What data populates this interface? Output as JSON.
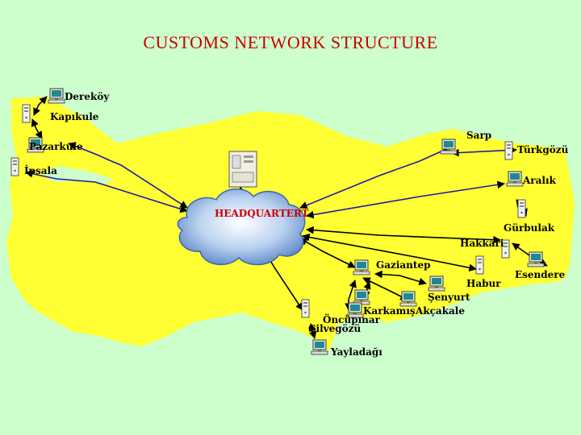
{
  "title": "CUSTOMS NETWORK STRUCTURE",
  "colors": {
    "background": "#ccffcc",
    "map": "#ffff33",
    "title": "#cc0000",
    "link": "#1a1aa6"
  },
  "hub": {
    "label": "HEADQUARTERT",
    "icon": "cloud-network-icon",
    "server_icon": "server-icon"
  },
  "nodes": [
    {
      "id": "derekoy",
      "label": "Dereköy",
      "icon": "computer-icon"
    },
    {
      "id": "kapikule",
      "label": "Kapıkule",
      "icon": "computer-icon"
    },
    {
      "id": "pazarkule",
      "label": "Pazarkule",
      "icon": "computer-icon"
    },
    {
      "id": "ipsala",
      "label": "İpsala",
      "icon": "computer-icon"
    },
    {
      "id": "sarp",
      "label": "Sarp",
      "icon": "computer-icon"
    },
    {
      "id": "turkgozu",
      "label": "Türkgözü",
      "icon": "computer-icon"
    },
    {
      "id": "aralik",
      "label": "Aralık",
      "icon": "computer-icon"
    },
    {
      "id": "gurbulak",
      "label": "Gürbulak",
      "icon": "computer-icon"
    },
    {
      "id": "hakkari",
      "label": "Hakkari",
      "icon": "computer-icon"
    },
    {
      "id": "esendere",
      "label": "Esendere",
      "icon": "computer-icon"
    },
    {
      "id": "habur",
      "label": "Habur",
      "icon": "computer-icon"
    },
    {
      "id": "gaziantep",
      "label": "Gaziantep",
      "icon": "computer-icon"
    },
    {
      "id": "senyurt",
      "label": "Şenyurt",
      "icon": "computer-icon"
    },
    {
      "id": "karkamis",
      "label": "Karkamış",
      "icon": "computer-icon"
    },
    {
      "id": "akcakale",
      "label": "Akçakale",
      "icon": "computer-icon"
    },
    {
      "id": "oncupinar",
      "label": "Öncüpınar",
      "icon": "computer-icon"
    },
    {
      "id": "cilvegozu",
      "label": "Cilvegözü",
      "icon": "computer-icon"
    },
    {
      "id": "yayladagi",
      "label": "Yayladağı",
      "icon": "computer-icon"
    }
  ]
}
